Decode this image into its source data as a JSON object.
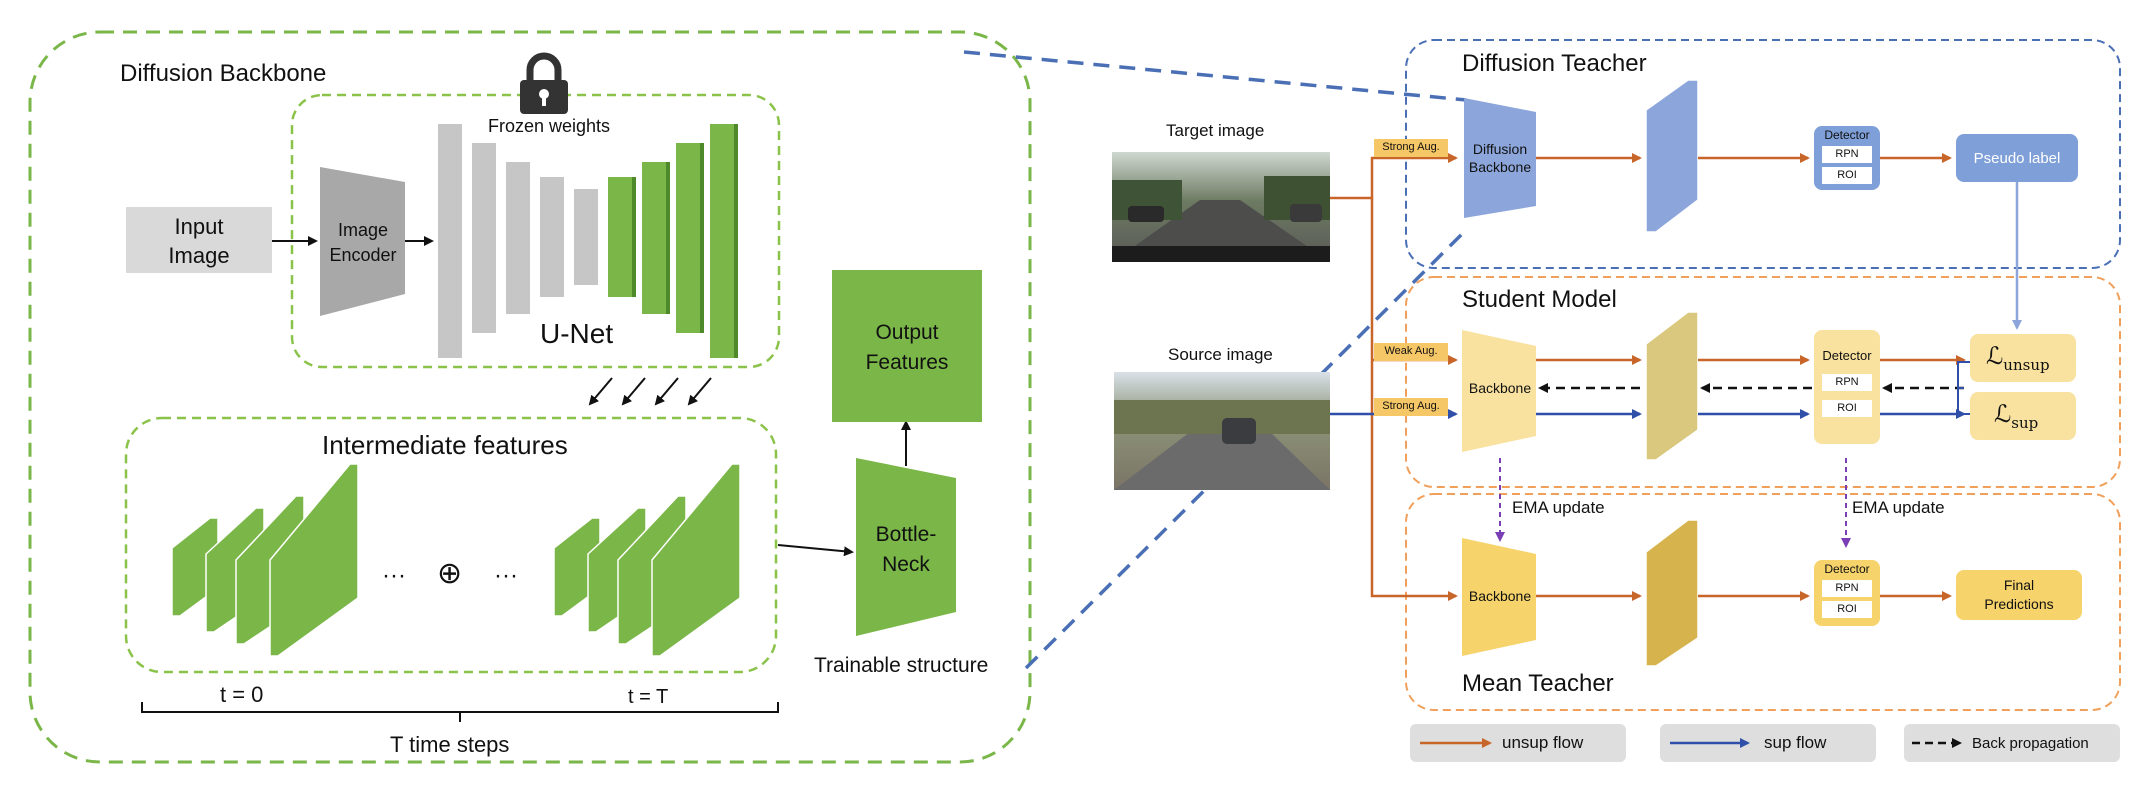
{
  "left_panel": {
    "title": "Diffusion Backbone",
    "frozen_label": "Frozen weights",
    "input_image": [
      "Input",
      "Image"
    ],
    "image_encoder": [
      "Image",
      "Encoder"
    ],
    "unet_label": "U-Net",
    "intermediate_title": "Intermediate features",
    "ellipsis": "···",
    "oplus": "⊕",
    "t_start": "t = 0",
    "t_end": "t = T",
    "time_steps": "T time steps",
    "bottleneck": [
      "Bottle-",
      "Neck"
    ],
    "output_features": [
      "Output",
      "Features"
    ],
    "trainable": "Trainable structure"
  },
  "right_panel": {
    "diffusion_teacher_title": "Diffusion Teacher",
    "student_title": "Student Model",
    "mean_teacher_title": "Mean Teacher",
    "target_image_label": "Target image",
    "source_image_label": "Source image",
    "strong_aug": "Strong Aug.",
    "weak_aug": "Weak Aug.",
    "diffusion_backbone": [
      "Diffusion",
      "Backbone"
    ],
    "backbone": "Backbone",
    "detector": "Detector",
    "rpn": "RPN",
    "roi": "ROI",
    "pseudo_label": "Pseudo label",
    "l_unsup_base": "ℒ",
    "l_unsup_sub": "unsup",
    "l_sup_base": "ℒ",
    "l_sup_sub": "sup",
    "ema_update": "EMA update",
    "final_predictions": [
      "Final",
      "Predictions"
    ]
  },
  "legend": {
    "unsup_flow": "unsup flow",
    "sup_flow": "sup flow",
    "back_propagation": "Back propagation"
  },
  "colors": {
    "green": "#7ab648",
    "green_dash": "#8bc34a",
    "blue_dash": "#4a6fb5",
    "orange_dash": "#f0a05a",
    "orange_flow": "#c8662a",
    "blue_flow": "#2f4fa8",
    "gray_block": "#c6c6c6",
    "teacher_blue": "#8ca6dc",
    "pseudo_blue": "#7f9fd8",
    "student_yellow": "#f9e2a0",
    "mean_yellow": "#f6d36b",
    "ema_purple": "#7b3fb5"
  }
}
